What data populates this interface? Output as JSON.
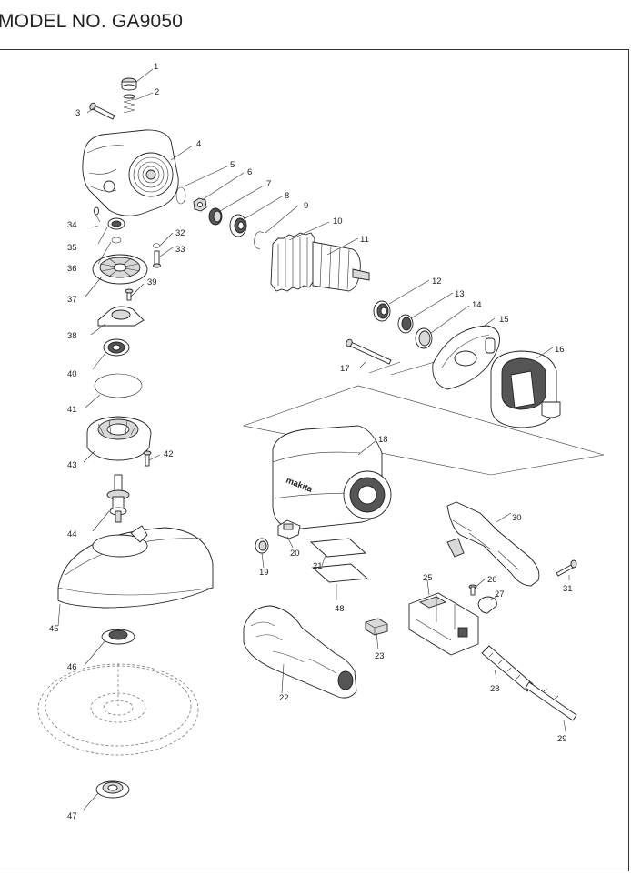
{
  "header": {
    "model_label": "MODEL NO. GA9050"
  },
  "parts": [
    {
      "no": "1"
    },
    {
      "no": "2"
    },
    {
      "no": "3"
    },
    {
      "no": "4"
    },
    {
      "no": "5"
    },
    {
      "no": "6"
    },
    {
      "no": "7"
    },
    {
      "no": "8"
    },
    {
      "no": "9"
    },
    {
      "no": "10"
    },
    {
      "no": "11"
    },
    {
      "no": "12"
    },
    {
      "no": "13"
    },
    {
      "no": "14"
    },
    {
      "no": "15"
    },
    {
      "no": "16"
    },
    {
      "no": "17"
    },
    {
      "no": "18"
    },
    {
      "no": "19"
    },
    {
      "no": "20"
    },
    {
      "no": "21"
    },
    {
      "no": "22"
    },
    {
      "no": "23"
    },
    {
      "no": "25"
    },
    {
      "no": "26"
    },
    {
      "no": "27"
    },
    {
      "no": "28"
    },
    {
      "no": "29"
    },
    {
      "no": "30"
    },
    {
      "no": "31"
    },
    {
      "no": "32"
    },
    {
      "no": "33"
    },
    {
      "no": "34"
    },
    {
      "no": "35"
    },
    {
      "no": "36"
    },
    {
      "no": "37"
    },
    {
      "no": "38"
    },
    {
      "no": "39"
    },
    {
      "no": "40"
    },
    {
      "no": "41"
    },
    {
      "no": "42"
    },
    {
      "no": "43"
    },
    {
      "no": "44"
    },
    {
      "no": "45"
    },
    {
      "no": "46"
    },
    {
      "no": "47"
    },
    {
      "no": "48"
    }
  ],
  "housing_logo_text": "makita"
}
